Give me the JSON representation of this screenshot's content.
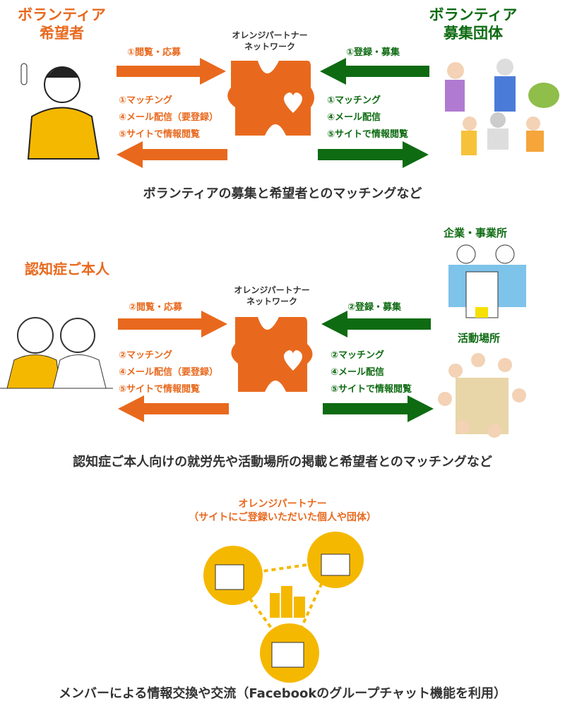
{
  "colors": {
    "orange": "#e8691e",
    "green": "#0e6b12",
    "yellow": "#f5b800"
  },
  "section1": {
    "left_title": [
      "ボランティア",
      "希望者"
    ],
    "right_title": [
      "ボランティア",
      "募集団体"
    ],
    "network_label": [
      "オレンジパートナー",
      "ネットワーク"
    ],
    "arrow_left_in": "①閲覧・応募",
    "arrow_right_in": "①登録・募集",
    "left_out": [
      "①マッチング",
      "④メール配信（要登録）",
      "⑤サイトで情報閲覧"
    ],
    "right_out": [
      "①マッチング",
      "④メール配信",
      "⑤サイトで情報閲覧"
    ],
    "caption": "ボランティアの募集と希望者とのマッチングなど"
  },
  "section2": {
    "left_title": "認知症ご本人",
    "right_title_top": "企業・事業所",
    "right_title_bottom": "活動場所",
    "network_label": [
      "オレンジパートナー",
      "ネットワーク"
    ],
    "arrow_left_in": "②閲覧・応募",
    "arrow_right_in": "②登録・募集",
    "left_out": [
      "②マッチング",
      "④メール配信（要登録）",
      "⑤サイトで情報閲覧"
    ],
    "right_out": [
      "②マッチング",
      "④メール配信",
      "⑤サイトで情報閲覧"
    ],
    "caption": "認知症ご本人向けの就労先や活動場所の掲載と希望者とのマッチングなど"
  },
  "section3": {
    "title": [
      "オレンジパートナー",
      "（サイトにご登録いただいた個人や団体）"
    ],
    "caption": "メンバーによる情報交換や交流（Facebookのグループチャット機能を利用）"
  }
}
